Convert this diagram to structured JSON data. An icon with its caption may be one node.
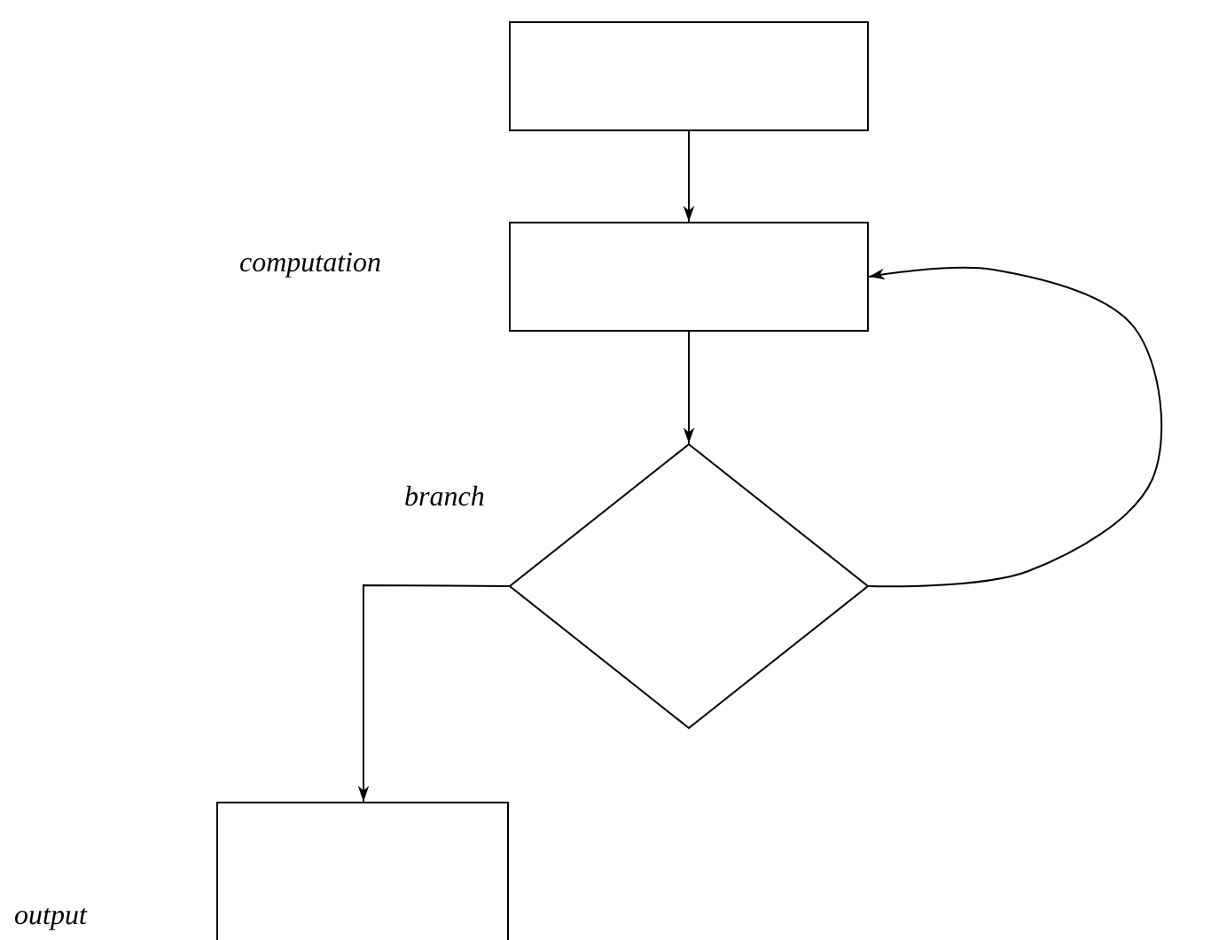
{
  "diagram": {
    "nodes": [
      {
        "text": [],
        "shape": "box"
      },
      {
        "text": [],
        "shape": "box"
      },
      {
        "text": [],
        "shape": "diamond",
        "beside": [
          "branch"
        ]
      },
      {
        "text": [],
        "shape": "box"
      }
    ],
    "edges": [
      {
        "from": 0,
        "to": 1,
        "arrow": "to"
      },
      {
        "from": 1,
        "to": 2,
        "arrow": "to"
      },
      {
        "from": 2,
        "to": 1,
        "arrow": "to"
      },
      {
        "from": 2,
        "to": 3,
        "arrow": "to"
      }
    ],
    "labels": [
      "computation",
      "output"
    ]
  }
}
